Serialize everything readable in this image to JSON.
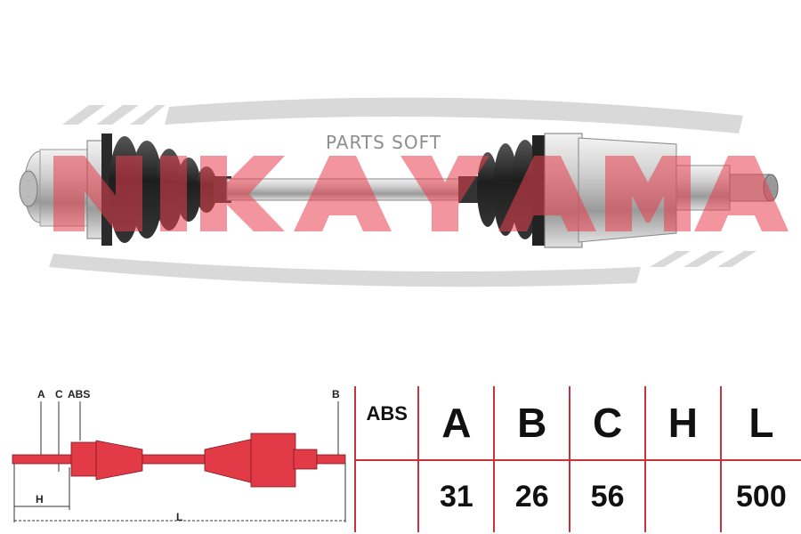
{
  "watermark": {
    "text": "PARTS SOFT"
  },
  "brand_logo": {
    "text": "NIKAYAMA",
    "color": "#e8404f"
  },
  "diagram": {
    "labels": {
      "a": "A",
      "c": "C",
      "abs": "ABS",
      "b": "B",
      "h": "H",
      "l": "L"
    },
    "color": "#e23a46"
  },
  "table": {
    "headers": [
      "ABS",
      "A",
      "B",
      "C",
      "H",
      "L"
    ],
    "values": [
      "",
      "31",
      "26",
      "56",
      "",
      "500"
    ],
    "border_color": "#c8323c"
  }
}
